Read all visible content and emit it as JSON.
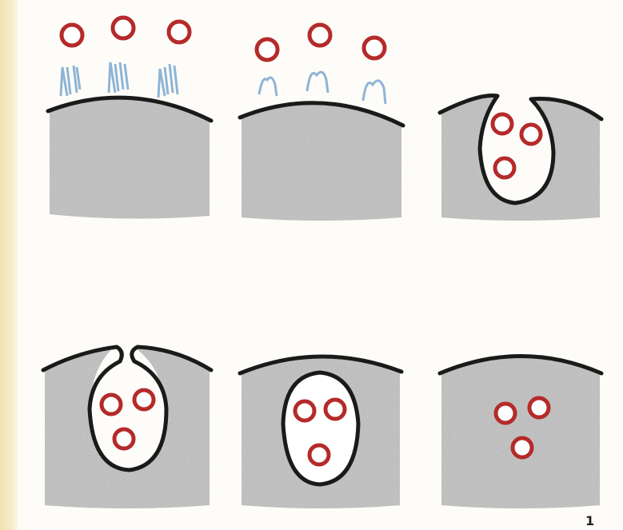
{
  "figure": {
    "title": "",
    "stages": [
      {
        "id": 1,
        "state": "particles-bound-to-receptors",
        "particles": 3
      },
      {
        "id": 2,
        "state": "receptors-contract",
        "particles": 3
      },
      {
        "id": 3,
        "state": "membrane-invaginates",
        "particles": 3
      },
      {
        "id": 4,
        "state": "membrane-closing",
        "particles": 3
      },
      {
        "id": 5,
        "state": "vesicle-formed",
        "particles": 3
      },
      {
        "id": 6,
        "state": "vesicle-dissolved",
        "particles": 3
      }
    ],
    "corner_mark": "1"
  },
  "colors": {
    "background_left": "#f3e6b8",
    "card": "#fdfcf8",
    "cytoplasm": "#b9b9b9",
    "membrane": "#1a1a1a",
    "particle": "#b52a2a",
    "receptor": "#8fb4d6"
  }
}
